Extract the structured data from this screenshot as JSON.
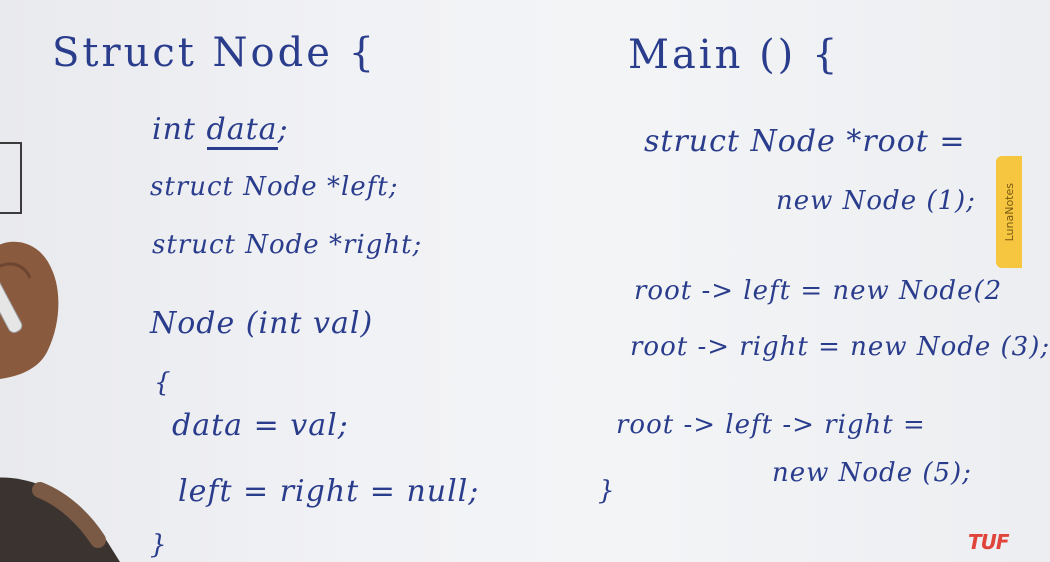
{
  "left_code": {
    "line1": "Struct Node {",
    "line2_prefix": "int ",
    "line2_var": "data",
    "line2_suffix": ";",
    "line3": "struct Node *left;",
    "line4": "struct Node *right;",
    "line5": "Node (int val)",
    "line6": "{",
    "line7": "data = val;",
    "line8": "left = right = null;",
    "line9": "}"
  },
  "right_code": {
    "line1": "Main () {",
    "line2": "struct Node *root =",
    "line3": "new Node (1);",
    "line4": "root -> left = new Node(2",
    "line5": "root -> right = new Node (3);",
    "line6": "root -> left -> right =",
    "line7": "new Node (5);",
    "line8": "}"
  },
  "side_tab": {
    "label": "LunaNotes"
  },
  "logo": {
    "text": "TUF"
  },
  "colors": {
    "ink": "#2a3c8c",
    "board": "#f1f2f5",
    "tab": "#f6c640",
    "logo": "#e0443a"
  }
}
